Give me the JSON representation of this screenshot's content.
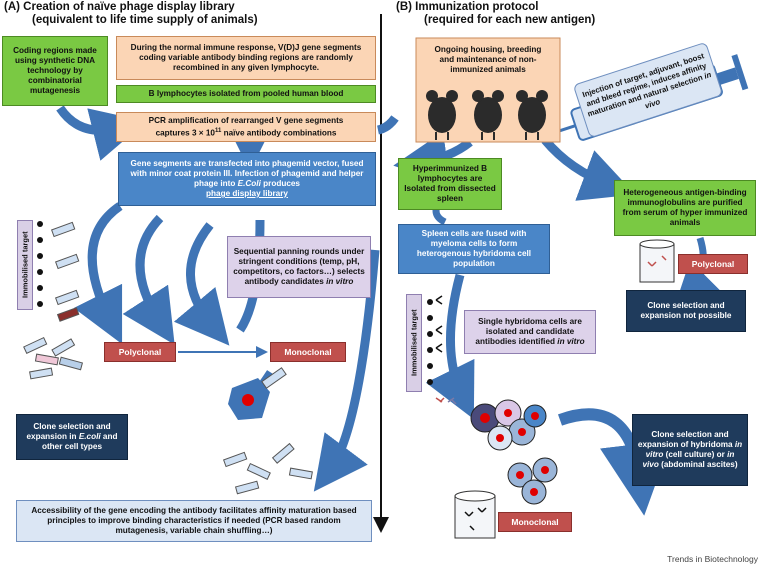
{
  "left_header": {
    "line1": "(A)   Creation of naïve phage display library",
    "line2": "(equivalent to life time supply of animals)"
  },
  "right_header": {
    "line1": "(B)   Immunization protocol",
    "line2": "(required for each new antigen)"
  },
  "left": {
    "coding_regions": "Coding regions made using synthetic DNA technology by combinatorial mutagenesis",
    "normal_response": "During the normal immune response, V(D)J gene segments coding variable antibody binding regions are randomly recombined in any given lymphocyte.",
    "b_lymphocytes": "B lymphocytes isolated from pooled human blood",
    "pcr_line1": "PCR amplification of rearranged V gene segments",
    "pcr_line2": "captures 3 × 10",
    "pcr_sup": "11",
    "pcr_line3": " naïve antibody combinations",
    "transfection_a": "Gene segments are transfected into phagemid vector, fused with minor coat protein III. Infection of phagemid and helper phage into ",
    "transfection_ecoli": "E.Coli",
    "transfection_b": " produces",
    "transfection_c": "phage display library",
    "immobilised": "Immobilised target",
    "panning_a": "Sequential panning rounds under stringent conditions (temp, pH, competitors, co factors…) selects antibody candidates ",
    "panning_b": "in vitro",
    "polyclonal": "Polyclonal",
    "monoclonal": "Monoclonal",
    "clone_a": "Clone selection and expansion in ",
    "clone_ecoli": "E.coli",
    "clone_b": " and other cell types",
    "accessibility": "Accessibility of the gene encoding the antibody facilitates affinity maturation based principles to improve binding characteristics if needed (PCR based random mutagenesis, variable chain shuffling…)"
  },
  "right": {
    "housing": "Ongoing housing, breeding and maintenance of non-immunized animals",
    "injection_a": "Injection of target, adjuvant, boost and bleed regime, induces affinity maturation and natural selection ",
    "injection_b": "in vivo",
    "hyperimmunized": "Hyperimmunized B lymphocytes are Isolated from dissected spleen",
    "heterogeneous": "Heterogeneous antigen-binding immunoglobulins are purified from serum of hyper immunized animals",
    "spleen_fused": "Spleen cells are fused with myeloma cells to form heterogenous hybridoma cell population",
    "polyclonal": "Polyclonal",
    "clone_not_possible": "Clone selection and expansion not possible",
    "immobilised": "Immobilised target",
    "single_hybridoma_a": "Single hybridoma cells are isolated and candidate antibodies identified ",
    "single_hybridoma_b": "in vitro",
    "clone_hybridoma_a": "Clone selection and expansion of hybridoma ",
    "clone_hybridoma_b": "in vitro",
    "clone_hybridoma_c": " (cell culture) or ",
    "clone_hybridoma_d": "in vivo",
    "clone_hybridoma_e": " (abdominal ascites)",
    "monoclonal": "Monoclonal"
  },
  "footer": "Trends in Biotechnology"
}
